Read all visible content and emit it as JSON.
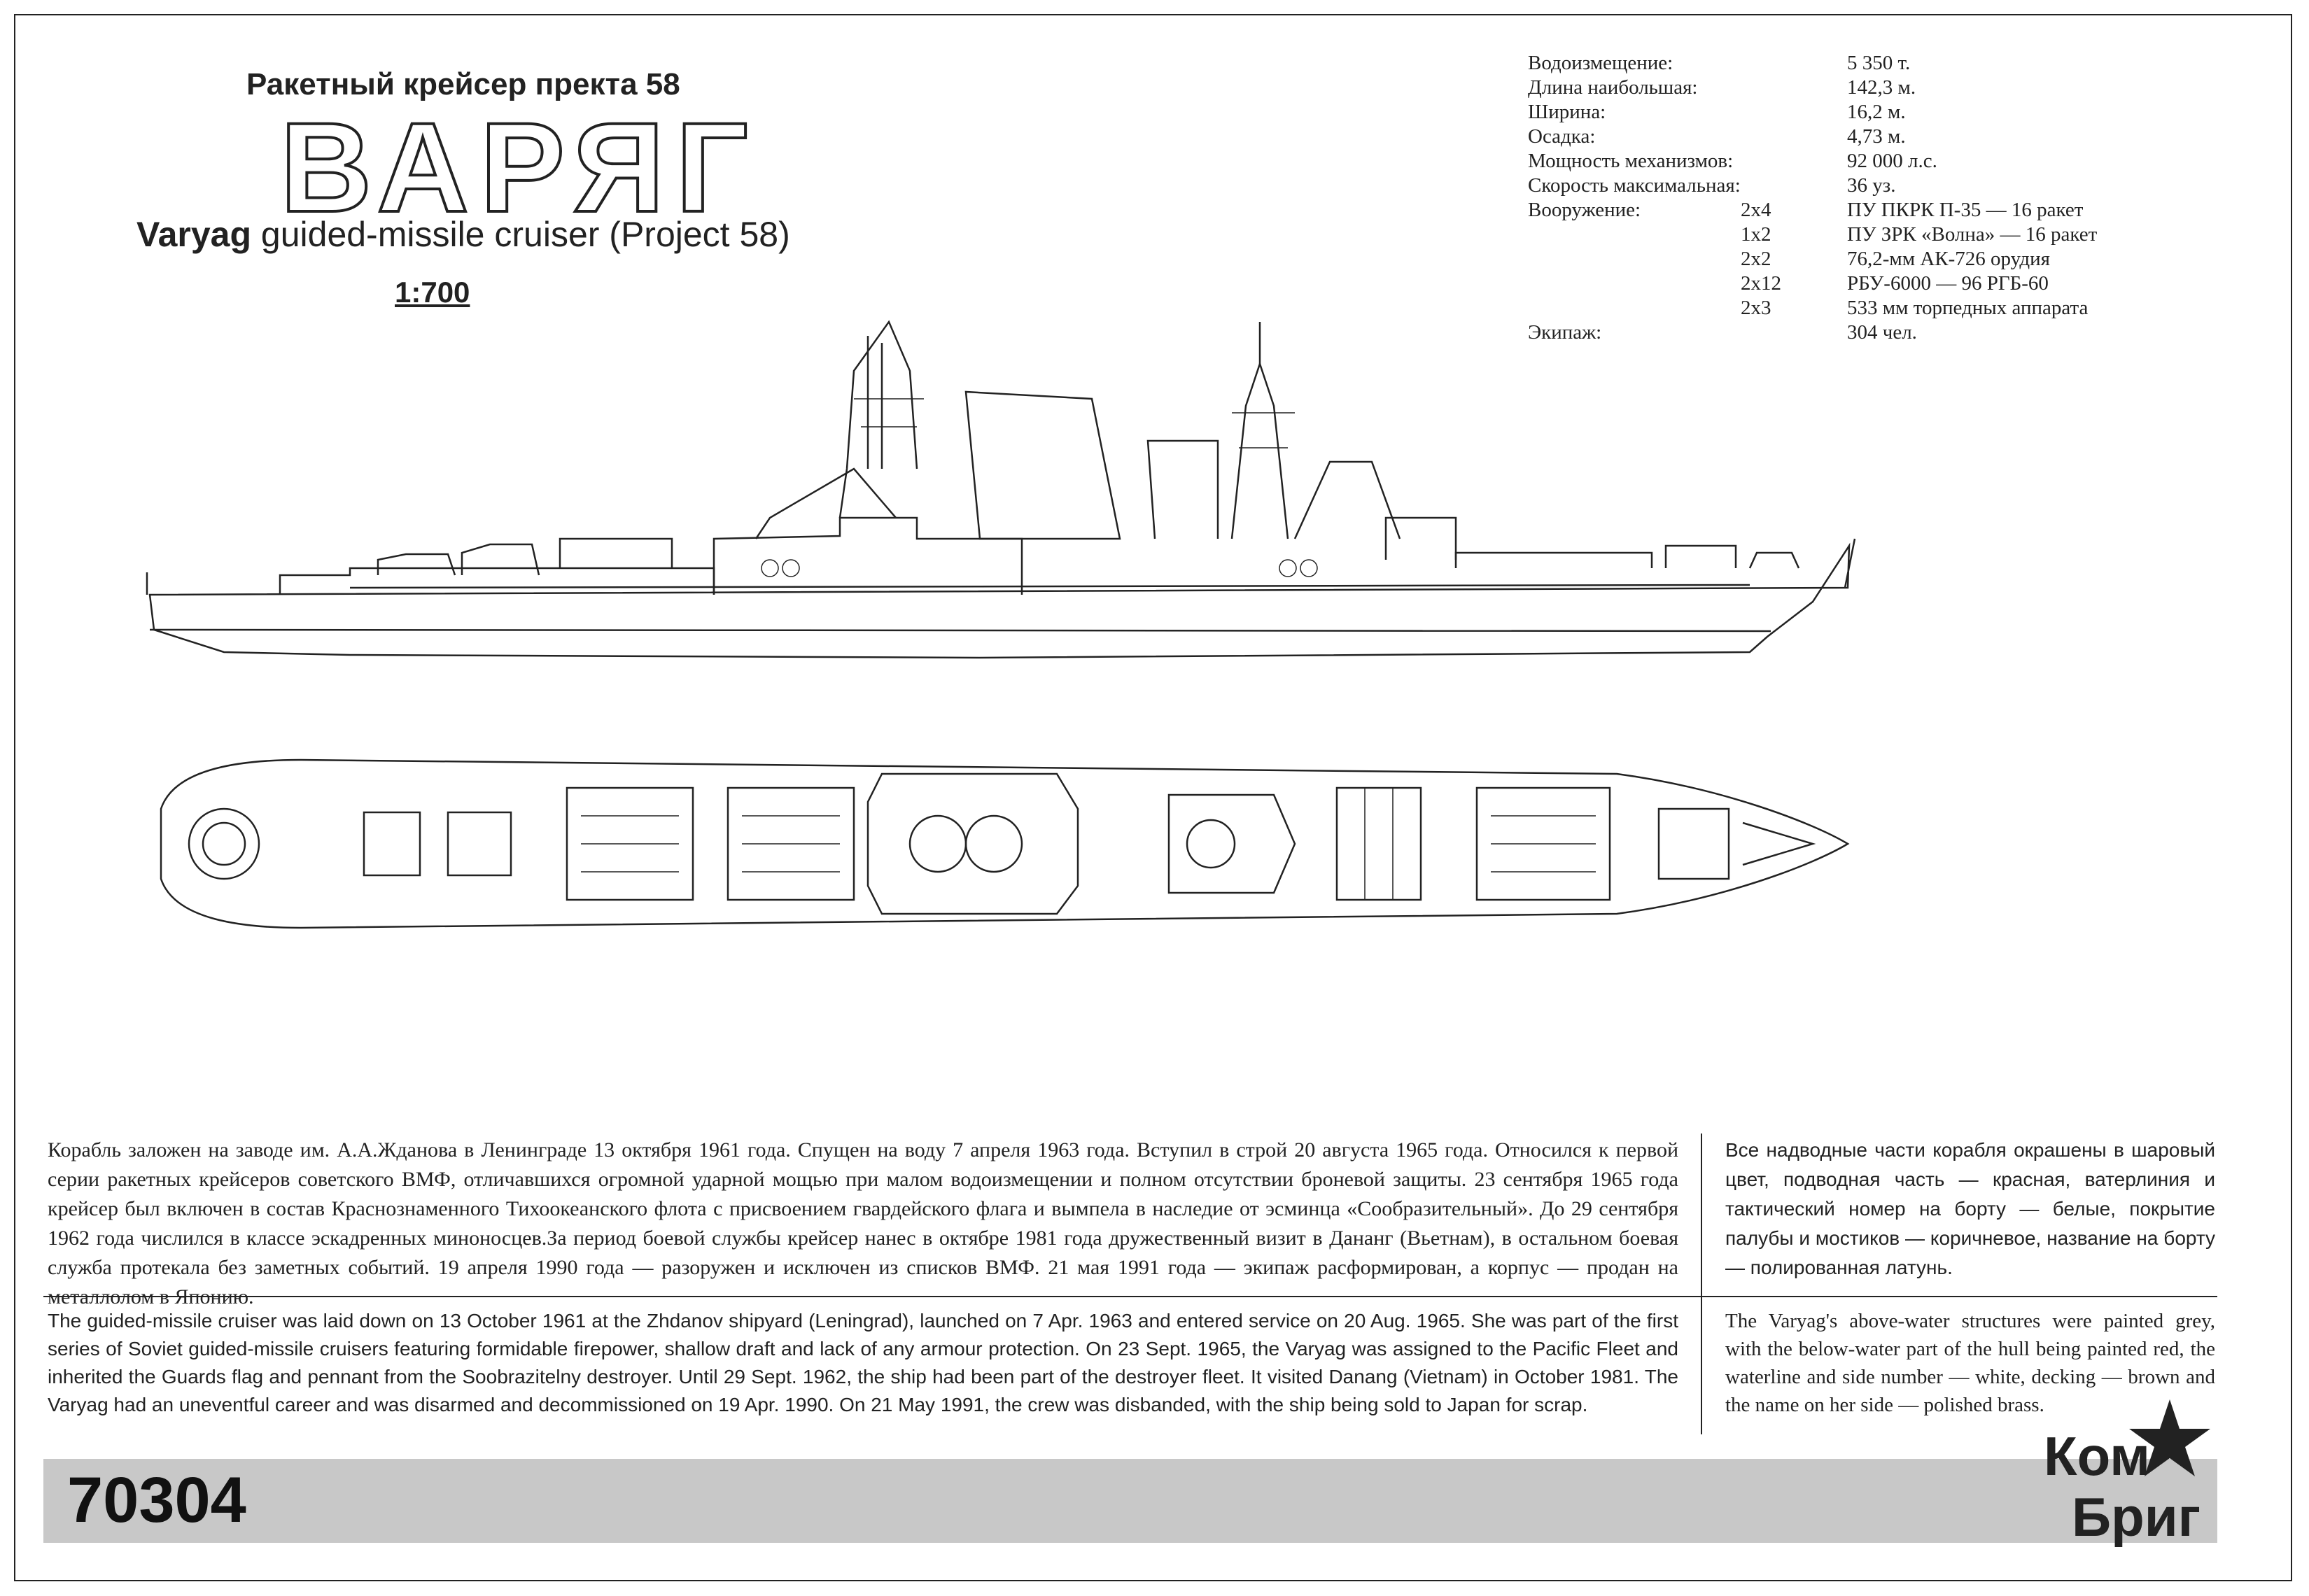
{
  "header": {
    "title_ru": "Ракетный крейсер пректа 58",
    "title_big": "ВАРЯГ",
    "title_en_bold": "Varyag",
    "title_en_rest": " guided-missile cruiser (Project 58)",
    "scale": "1:700"
  },
  "specs": [
    {
      "label": "Водоизмещение:",
      "qty": "",
      "value": "5 350 т."
    },
    {
      "label": "Длина наибольшая:",
      "qty": "",
      "value": "142,3 м."
    },
    {
      "label": "Ширина:",
      "qty": "",
      "value": "16,2 м."
    },
    {
      "label": "Осадка:",
      "qty": "",
      "value": "4,73 м."
    },
    {
      "label": "Мощность механизмов:",
      "qty": "",
      "value": "92 000 л.с."
    },
    {
      "label": "Скорость максимальная:",
      "qty": "",
      "value": "36 уз."
    },
    {
      "label": "Вооружение:",
      "qty": "2x4",
      "value": "ПУ ПКРК П-35 — 16 ракет"
    },
    {
      "label": "",
      "qty": "1x2",
      "value": "ПУ ЗРК «Волна» — 16 ракет"
    },
    {
      "label": "",
      "qty": "2x2",
      "value": "76,2-мм АК-726 орудия"
    },
    {
      "label": "",
      "qty": "2x12",
      "value": "РБУ-6000 — 96 РГБ-60"
    },
    {
      "label": "",
      "qty": "2x3",
      "value": "533 мм торпедных аппарата"
    },
    {
      "label": "Экипаж:",
      "qty": "",
      "value": "304 чел."
    }
  ],
  "history": {
    "ru": "Корабль заложен на заводе им. А.А.Жданова в Ленинграде 13 октября 1961 года. Спущен на воду 7 апреля 1963 года. Вступил в строй 20 августа 1965 года. Относился к первой серии ракетных крейсеров советского ВМФ, отличавшихся огромной ударной мощью при малом водоизмещении и полном отсутствии броневой защиты. 23 сентября 1965 года крейсер был включен в состав Краснознаменного Тихоокеанского флота с присвоением гвардейского флага и вымпела в наследие от эсминца «Сообразительный». До 29 сентября 1962 года числился в классе эскадренных миноносцев.За период боевой службы крейсер нанес в октябре 1981 года дружественный визит в Дананг (Вьетнам), в остальном боевая служба протекала без заметных событий. 19 апреля 1990 года — разоружен и исключен из списков ВМФ. 21 мая 1991 года — экипаж расформирован, а корпус — продан на металлолом в Японию.",
    "en": "The guided-missile cruiser was laid down on 13 October 1961 at the Zhdanov shipyard (Leningrad), launched on 7 Apr. 1963 and entered service on 20 Aug. 1965. She was part of the first series of Soviet guided-missile cruisers featuring formidable firepower, shallow draft and lack of any armour protection. On 23 Sept. 1965, the Varyag was assigned to the Pacific Fleet and inherited the Guards flag and pennant from the Soobrazitelny destroyer. Until 29 Sept. 1962, the ship had been part of the destroyer fleet. It visited Danang (Vietnam) in October 1981. The Varyag had an uneventful career and was disarmed and decommissioned on 19 Apr. 1990. On 21 May 1991, the crew was disbanded, with the ship being sold to Japan for scrap."
  },
  "painting": {
    "ru": "Все надводные части корабля окрашены в шаровый цвет, подводная часть — красная, ватерлиния и тактический номер на борту — белые, покрытие палубы и мостиков — коричневое, название на борту — полированная латунь.",
    "en": "The Varyag's above-water structures were painted grey, with the below-water part of the hull being painted red, the waterline and side number — white, decking — brown and the name on her side — polished brass."
  },
  "footer": {
    "catalog_number": "70304",
    "logo_line1": "Ком",
    "logo_line2": "Бриг"
  },
  "colors": {
    "ink": "#222222",
    "band": "#c8c8c8",
    "paper": "#ffffff"
  }
}
